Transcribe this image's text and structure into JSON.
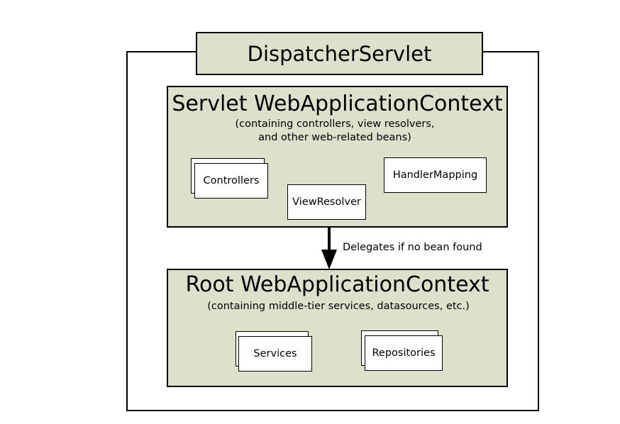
{
  "dispatcher": {
    "label": "DispatcherServlet"
  },
  "servlet_context": {
    "title": "Servlet WebApplicationContext",
    "subtitle": "(containing controllers, view resolvers,\nand other web-related beans)",
    "beans": {
      "controllers": "Controllers",
      "view_resolver": "ViewResolver",
      "handler_mapping": "HandlerMapping"
    }
  },
  "delegation": {
    "label": "Delegates if no bean found"
  },
  "root_context": {
    "title": "Root WebApplicationContext",
    "subtitle": "(containing middle-tier services, datasources, etc.)",
    "beans": {
      "services": "Services",
      "repositories": "Repositories"
    }
  },
  "colors": {
    "context_fill": "#dde0cb",
    "bean_fill": "#ffffff",
    "stroke": "#000000"
  }
}
